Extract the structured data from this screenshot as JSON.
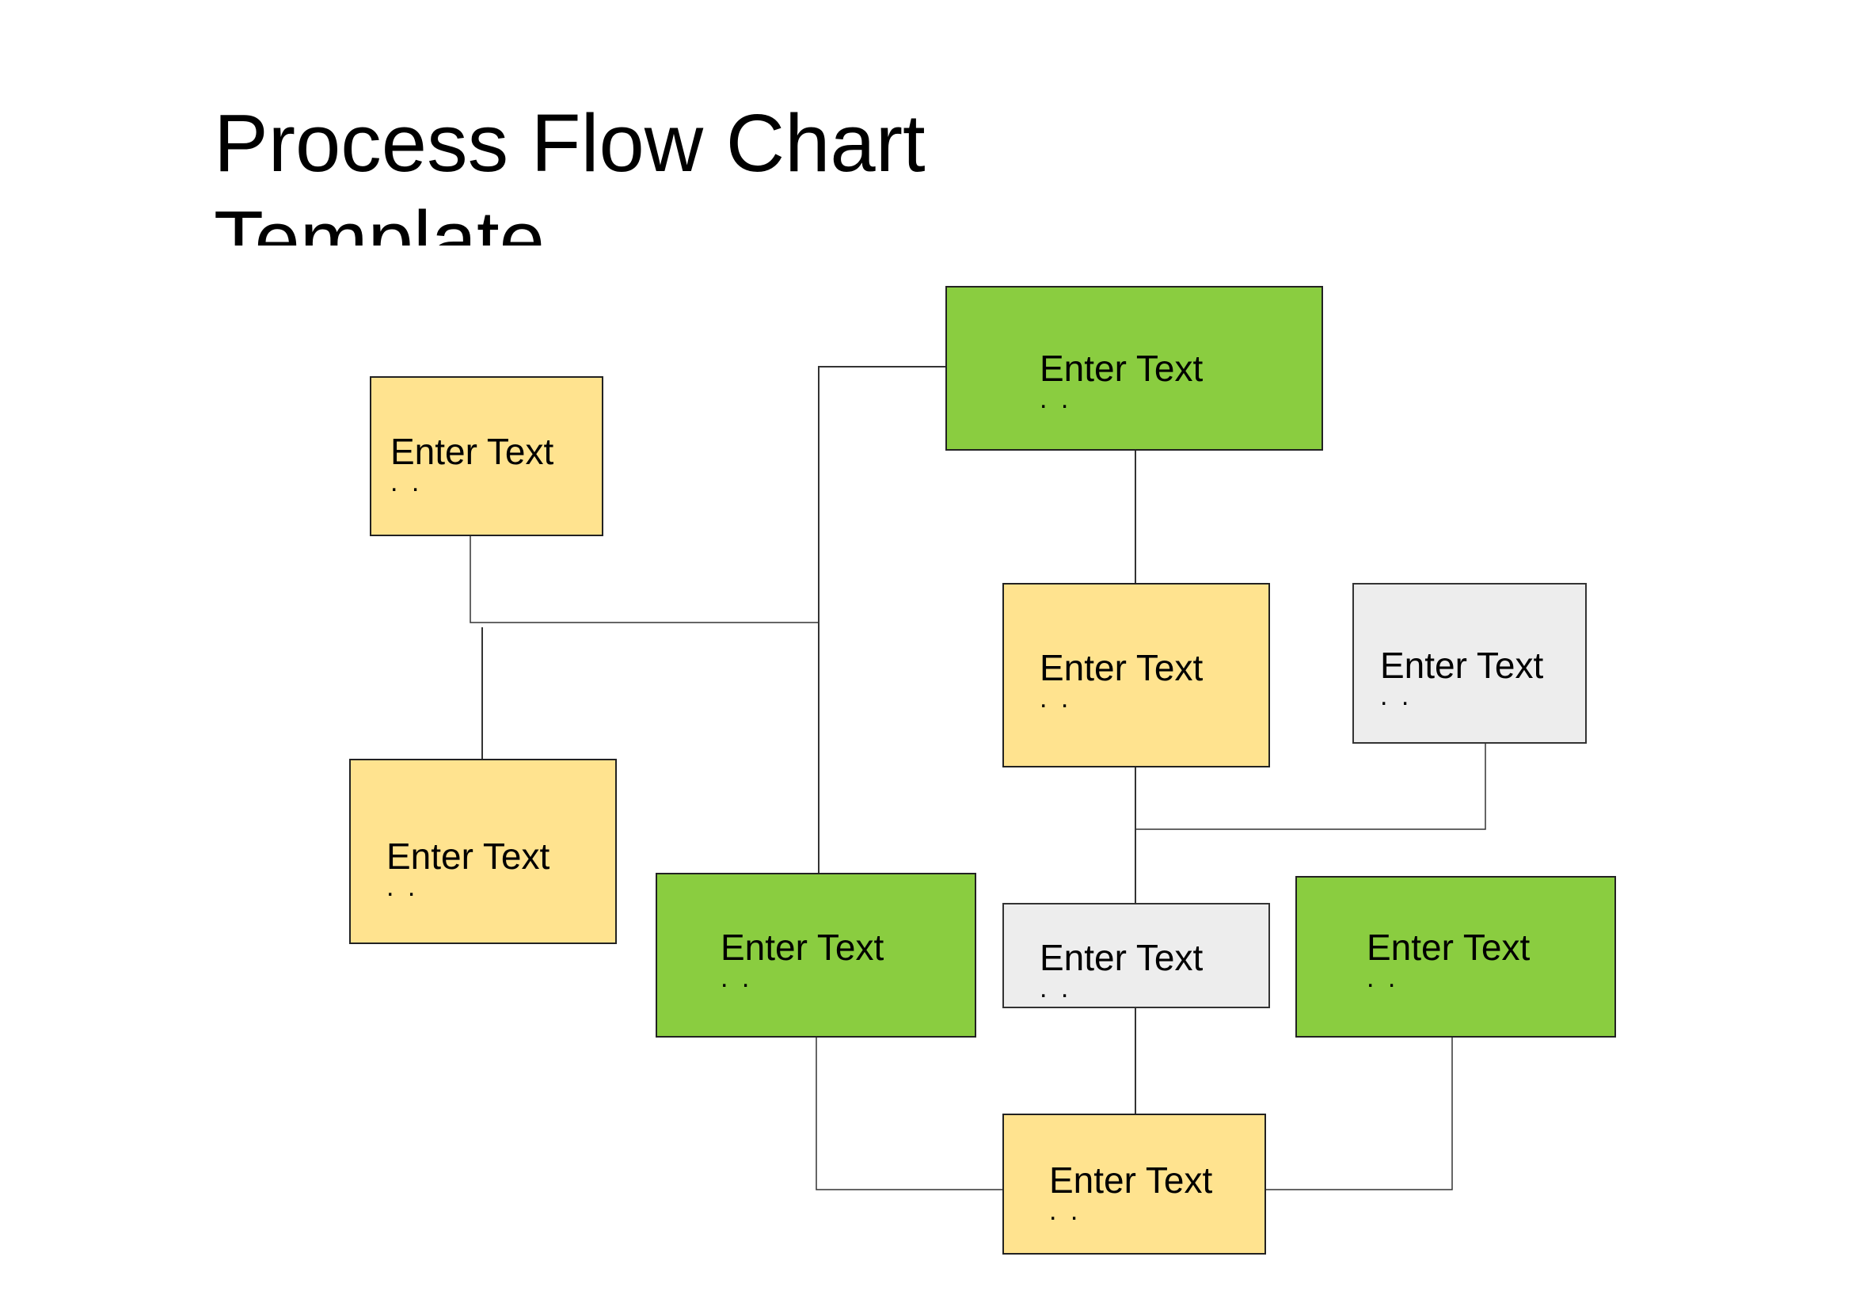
{
  "title": "Process Flow Chart Template",
  "colors": {
    "yellow": "#FFE38F",
    "green": "#8ACD40",
    "gray": "#EDEDED",
    "line": "#333333"
  },
  "nodes": [
    {
      "id": "node-1",
      "label": "Enter Text",
      "sub": ". .",
      "color": "yellow"
    },
    {
      "id": "node-2",
      "label": "Enter Text",
      "sub": ". .",
      "color": "yellow"
    },
    {
      "id": "node-3",
      "label": "Enter Text",
      "sub": ". .",
      "color": "green"
    },
    {
      "id": "node-4",
      "label": "Enter Text",
      "sub": ". .",
      "color": "green"
    },
    {
      "id": "node-5",
      "label": "Enter Text",
      "sub": ". .",
      "color": "yellow"
    },
    {
      "id": "node-6",
      "label": "Enter Text",
      "sub": ". .",
      "color": "gray"
    },
    {
      "id": "node-7",
      "label": "Enter Text",
      "sub": ". .",
      "color": "gray"
    },
    {
      "id": "node-8",
      "label": "Enter Text",
      "sub": ". .",
      "color": "green"
    },
    {
      "id": "node-9",
      "label": "Enter Text",
      "sub": ". .",
      "color": "yellow"
    }
  ]
}
